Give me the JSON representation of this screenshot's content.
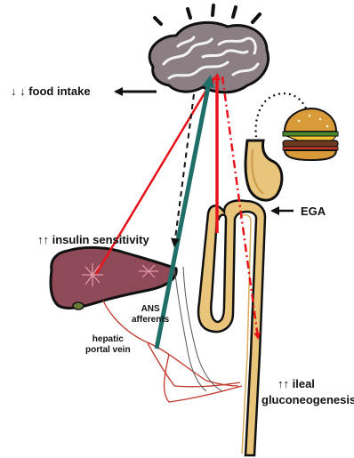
{
  "labels": {
    "food_intake": "↓ ↓ food intake",
    "insulin_sensitivity": "↑↑ insulin sensitivity",
    "ega": "EGA",
    "ans_line1": "ANS",
    "ans_line2": "afferents",
    "hepatic_line1": "hepatic",
    "hepatic_line2": "portal vein",
    "ileal_line1": "↑↑ ileal",
    "ileal_line2": "gluconeogenesis"
  },
  "icons": [
    "brain-icon",
    "burger-icon",
    "liver-icon",
    "stomach-icon",
    "intestine-icon"
  ],
  "colors": {
    "signal_red": "#e8141b",
    "portal_teal": "#1f6f68",
    "brain": "#8c7f84",
    "liver": "#8f4a58",
    "gut": "#e8c57a",
    "outline": "#111111"
  }
}
